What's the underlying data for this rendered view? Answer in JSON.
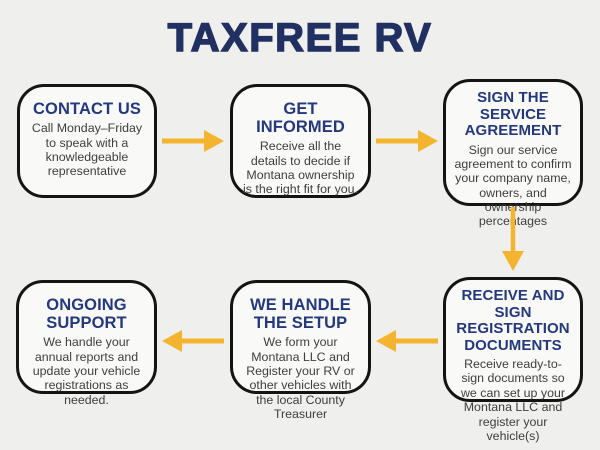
{
  "title": "TAXFREE RV",
  "colors": {
    "background": "#efefee",
    "box_fill": "#f9f9f8",
    "box_border": "#141414",
    "title": "#213061",
    "heading": "#24397b",
    "body": "#3e3e3e",
    "arrow": "#f5b42f"
  },
  "steps": [
    {
      "heading": "CONTACT US",
      "body": "Call Monday–Friday to speak with a knowledgeable representative"
    },
    {
      "heading": "GET INFORMED",
      "body": "Receive all the details to decide if Montana ownership is the right fit for you."
    },
    {
      "heading": "SIGN THE SERVICE AGREEMENT",
      "body": "Sign our service agreement to confirm your company name, owners, and ownership percentages"
    },
    {
      "heading": "RECEIVE AND SIGN REGISTRATION DOCUMENTS",
      "body": "Receive ready-to-sign documents so we can set up your Montana LLC and register your vehicle(s)"
    },
    {
      "heading": "WE HANDLE THE SETUP",
      "body": "We form your Montana LLC and Register your RV or other vehicles with the local County Treasurer"
    },
    {
      "heading": "ONGOING SUPPORT",
      "body": "We handle your annual reports and update your vehicle registrations as needed."
    }
  ],
  "icons": {
    "right": "arrow-right-icon",
    "down": "arrow-down-icon",
    "left": "arrow-left-icon"
  }
}
